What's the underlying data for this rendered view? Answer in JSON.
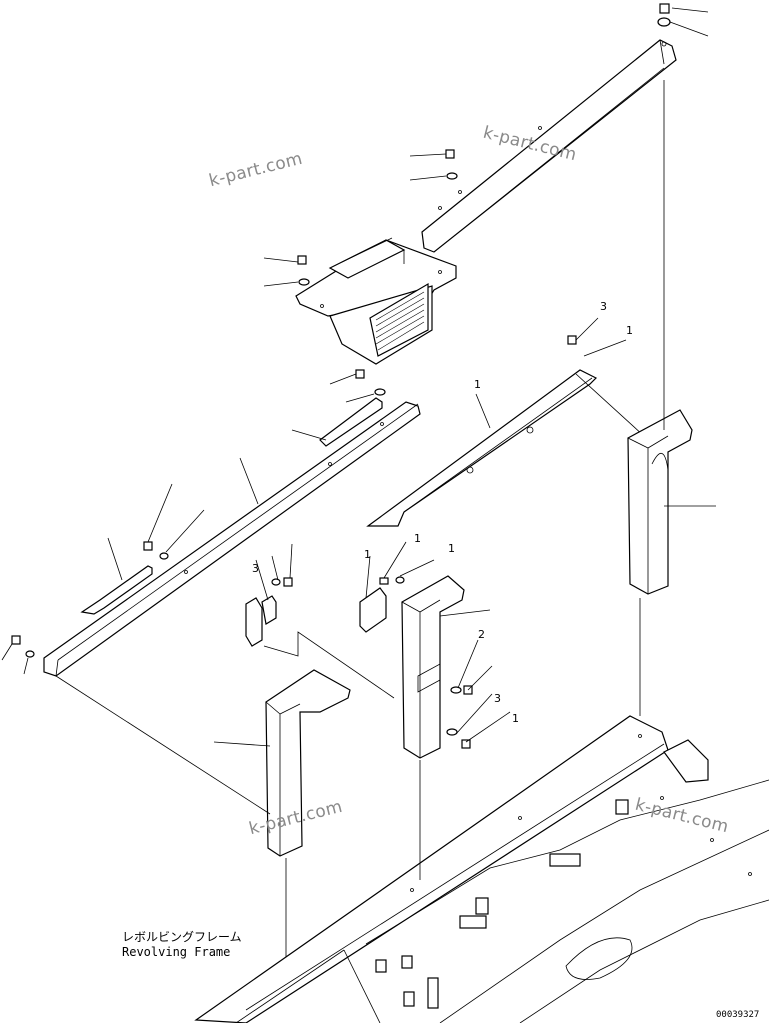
{
  "watermarks": [
    "k-part.com",
    "k-part.com",
    "k-part.com",
    "k-part.com"
  ],
  "caption": {
    "japanese": "レボルビングフレーム",
    "english": "Revolving Frame"
  },
  "drawing_number": "00039327",
  "callout_numbers": [
    "3",
    "1",
    "1",
    "1",
    "1",
    "3",
    "1",
    "2",
    "3",
    "1"
  ]
}
